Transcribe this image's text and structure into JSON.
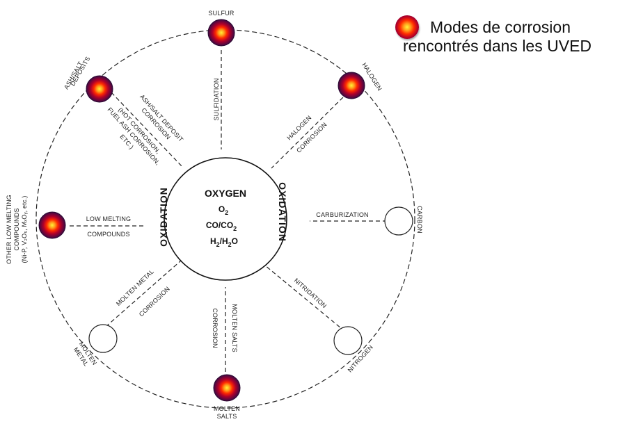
{
  "legend": {
    "line1": "Modes de corrosion",
    "line2": "rencontrés dans les UVED"
  },
  "center": {
    "oxygen": "OXYGEN",
    "o2": "O",
    "o2_sub": "2",
    "co": "CO/CO",
    "co_sub": "2",
    "h2": "H",
    "h2_sub1": "2",
    "h2_mid": "/H",
    "h2_sub2": "2",
    "h2_end": "O",
    "oxidation_left": "OXIDATION",
    "oxidation_right": "OXIDATION"
  },
  "nodes": {
    "sulfur": "SULFUR",
    "halogen": "HALOGEN",
    "carbon": "CARBON",
    "nitrogen": "NITROGEN",
    "molten_salts_1": "MOLTEN",
    "molten_salts_2": "SALTS",
    "molten_metal_1": "MOLTEN",
    "molten_metal_2": "METAL",
    "other_low_1": "OTHER LOW MELTING",
    "other_low_2": "COMPOUNDS",
    "other_low_3": "(Ni-P, V₂O₅, MₓOᵧ, etc.)",
    "ash_1": "ASH/SALT",
    "ash_2": "DEPOSITS"
  },
  "spokes": {
    "sulfidation": "SULFIDATION",
    "halogen_1": "HALOGEN",
    "halogen_2": "CORROSION",
    "carburization": "CARBURIZATION",
    "nitridation": "NITRIDATION",
    "molten_salts_1": "MOLTEN SALTS",
    "molten_salts_2": "CORROSION",
    "molten_metal_1": "MOLTEN METAL",
    "molten_metal_2": "CORROSION",
    "low_melting_1": "LOW MELTING",
    "low_melting_2": "COMPOUNDS",
    "ash_1": "ASH/SALT DEPOSIT",
    "ash_2": "CORROSION",
    "ash_3": "(HOT CORROSION,",
    "ash_4": "FUEL ASH CORROSION,",
    "ash_5": "ETC.)"
  },
  "colors": {
    "highlight_core": "#fff23a",
    "highlight_mid": "#ff2a00",
    "highlight_edge": "#3a0a46",
    "line": "#222222"
  }
}
